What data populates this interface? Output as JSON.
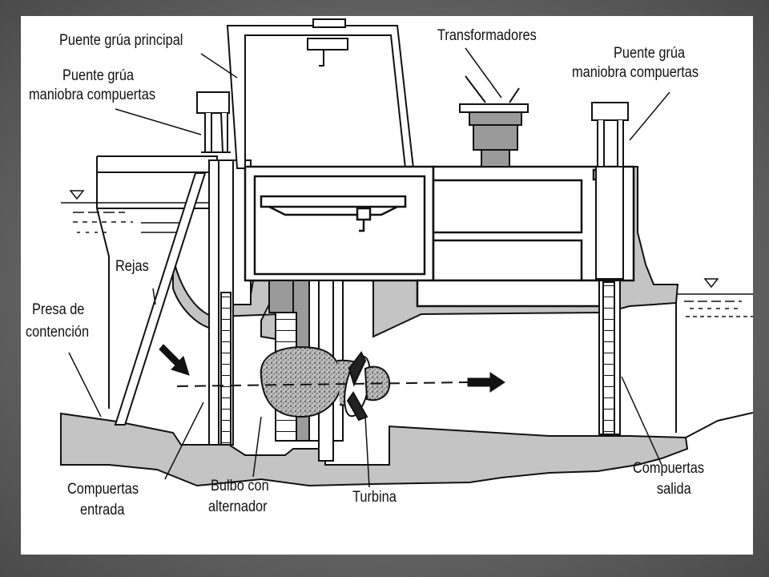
{
  "labels": {
    "puente_grua_principal": "Puente grúa principal",
    "puente_grua_entrada_1": "Puente grúa",
    "puente_grua_entrada_2": "maniobra compuertas",
    "transformadores": "Transformadores",
    "puente_grua_salida_1": "Puente grúa",
    "puente_grua_salida_2": "maniobra compuertas",
    "rejas": "Rejas",
    "presa_1": "Presa de",
    "presa_2": "contención",
    "compuertas_entrada_1": "Compuertas",
    "compuertas_entrada_2": "entrada",
    "bulbo_1": "Bulbo con",
    "bulbo_2": "alternador",
    "turbina": "Turbina",
    "compuertas_salida_1": "Compuertas",
    "compuertas_salida_2": "salida"
  },
  "colors": {
    "background_frame": "#5a5a5a",
    "panel": "#ffffff",
    "concrete": "#c4c4c4",
    "line": "#111111",
    "machinery": "#9a9a9a"
  }
}
